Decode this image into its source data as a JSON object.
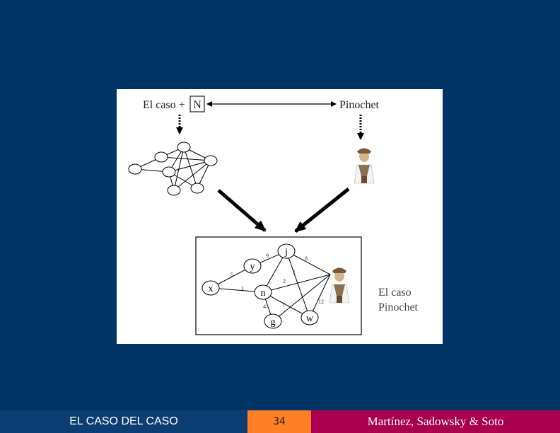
{
  "figure": {
    "top_left_label_prefix": "El caso +",
    "top_left_label_box": "N",
    "top_right_label": "Pinochet",
    "result_label_line1": "El caso",
    "result_label_line2": "Pinochet",
    "nodes": {
      "x": "x",
      "y": "y",
      "n": "n",
      "j": "j",
      "g": "g",
      "w": "w"
    },
    "edge_labels": {
      "xy": "5",
      "xn": "1",
      "yj": "9",
      "jp": "8",
      "nj": "1",
      "np": "2",
      "ng": "4",
      "nw": "?",
      "pw": "12"
    }
  },
  "footer": {
    "left": "EL CASO DEL CASO",
    "middle": "34",
    "right": "Martínez, Sadowsky & Soto",
    "colors": {
      "left": "#0c3e74",
      "middle": "#ff7f24",
      "right": "#a8004f"
    }
  }
}
